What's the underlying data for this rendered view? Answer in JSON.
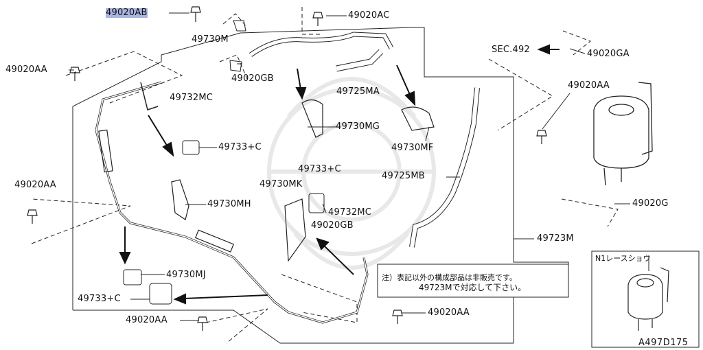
{
  "labels": {
    "p49020AB": "49020AB",
    "p49020AC": "49020AC",
    "p49730M": "49730M",
    "p49020GB_top": "49020GB",
    "p49020AA_left": "49020AA",
    "p49725MA": "49725MA",
    "sec492": "SEC.492",
    "p49020GA": "49020GA",
    "p49020AA_right": "49020AA",
    "p49732MC_top": "49732MC",
    "p49730MG": "49730MG",
    "p49733C_top": "49733+C",
    "p49730MF": "49730MF",
    "p49020AA_midleft": "49020AA",
    "p49733C_mid": "49733+C",
    "p49725MB": "49725MB",
    "p49730MK": "49730MK",
    "p49730MH": "49730MH",
    "p49732MC_mid": "49732MC",
    "p49020G": "49020G",
    "p49020GB_mid": "49020GB",
    "p49723M": "49723M",
    "p49730MJ": "49730MJ",
    "p49733C_bottom": "49733+C",
    "p49020AA_bottom": "49020AA",
    "p49020AA_bottom2": "49020AA"
  },
  "note": {
    "line1": "注）表記以外の構成部品は非販売です。",
    "line2": "49723Mで対応して下さい。"
  },
  "inset": {
    "title": "N1レースショウ"
  },
  "diagram_code": "A497D175",
  "highlight_color": "#a9b4e0"
}
